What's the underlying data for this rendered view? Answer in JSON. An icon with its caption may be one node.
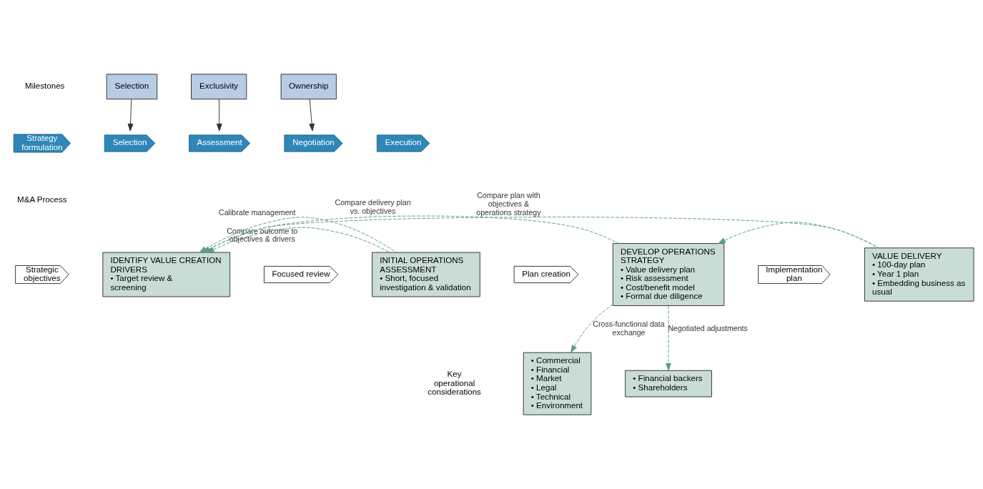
{
  "diagram": {
    "nodes": [
      {
        "text": [
          "Selection"
        ]
      },
      {
        "text": [
          "Exclusivity"
        ]
      },
      {
        "text": [
          "Ownership"
        ]
      },
      {
        "text": [
          "Strategy formulation"
        ]
      },
      {
        "text": [
          "Selection"
        ]
      },
      {
        "text": [
          "Assessment"
        ]
      },
      {
        "text": [
          "Negotiation"
        ]
      },
      {
        "text": [
          "Execution"
        ]
      },
      {
        "text": [
          "Strategic objectives"
        ]
      },
      {
        "text": [
          "IDENTIFY VALUE CREATION DRIVERS",
          "• Target review & screening"
        ]
      },
      {
        "text": [
          "Focused review"
        ]
      },
      {
        "text": [
          "INITIAL OPERATIONS ASSESSMENT",
          "• Short, focused investigation & validation"
        ]
      },
      {
        "text": [
          "Plan creation"
        ]
      },
      {
        "text": [
          "DEVELOP OPERATIONS STRATEGY",
          "• Value delivery plan",
          "• Risk assessment",
          "• Cost/benefit model",
          "• Formal due diligence"
        ]
      },
      {
        "text": [
          "Implementation plan"
        ]
      },
      {
        "text": [
          "VALUE DELIVERY",
          "• 100-day plan",
          "• Year 1 plan",
          "• Embedding business as usual"
        ]
      },
      {
        "text": [
          "• Commercial",
          "• Financial",
          "• Market",
          "• Legal",
          "• Technical",
          "• Environment"
        ]
      },
      {
        "text": [
          "• Financial backers",
          "• Shareholders"
        ]
      }
    ],
    "edges": [
      {
        "from": 0,
        "to": 4,
        "arrow": "to",
        "color": "#333333"
      },
      {
        "from": 1,
        "to": 5,
        "arrow": "to",
        "color": "#333333"
      },
      {
        "from": 2,
        "to": 6,
        "arrow": "to",
        "color": "#333333"
      },
      {
        "from": 15,
        "to": 9,
        "arrow": "to",
        "style": "dashed",
        "label": "Compare plan with objectives & operations strategy"
      },
      {
        "from": 15,
        "to": 13,
        "arrow": "to",
        "style": "dashed"
      },
      {
        "from": 11,
        "to": 9,
        "arrow": "to",
        "style": "dashed",
        "label": "Compare outcome to objectives & drivers"
      },
      {
        "from": 11,
        "to": 9,
        "arrow": "to",
        "style": "dashed",
        "label": "Calibrate management"
      },
      {
        "from": 13,
        "to": 9,
        "arrow": "to",
        "style": "dashed",
        "label": "Compare delivery plan vs. objectives"
      },
      {
        "from": 13,
        "to": 16,
        "arrow": "to",
        "style": "dashed",
        "label": "Cross-functional data exchange"
      },
      {
        "from": 13,
        "to": 17,
        "arrow": "to",
        "style": "dashed",
        "label": "Negotiated adjustments"
      }
    ],
    "labels": [
      "Milestones",
      "M&A Process",
      "Key operational considerations"
    ]
  }
}
